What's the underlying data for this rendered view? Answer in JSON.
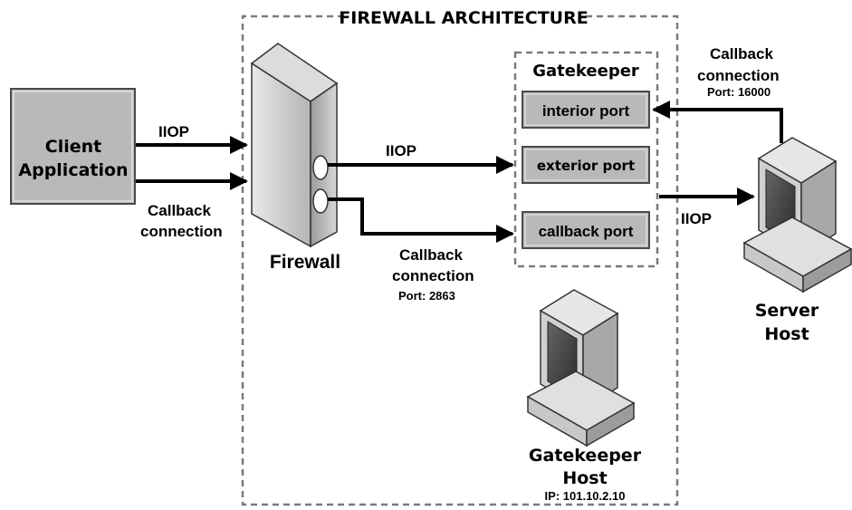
{
  "title": "FIREWALL ARCHITECTURE",
  "client": {
    "line1": "Client",
    "line2": "Application"
  },
  "firewall": {
    "label": "Firewall"
  },
  "gatekeeper": {
    "title": "Gatekeeper",
    "ports": [
      "interior port",
      "exterior port",
      "callback port"
    ]
  },
  "gatekeeper_host": {
    "line1": "Gatekeeper",
    "line2": "Host",
    "ip": "IP: 101.10.2.10"
  },
  "server_host": {
    "line1": "Server",
    "line2": "Host"
  },
  "labels": {
    "iiop_client": "IIOP",
    "callback_client_1": "Callback",
    "callback_client_2": "connection",
    "iiop_firewall": "IIOP",
    "callback_fw_1": "Callback",
    "callback_fw_2": "connection",
    "callback_fw_port": "Port: 2863",
    "iiop_server": "IIOP",
    "callback_server_1": "Callback",
    "callback_server_2": "connection",
    "callback_server_port": "Port: 16000"
  },
  "colors": {
    "box_gray": "#b9b9b9",
    "box_border": "#4a4a4a",
    "dash": "#7a7a7a"
  }
}
